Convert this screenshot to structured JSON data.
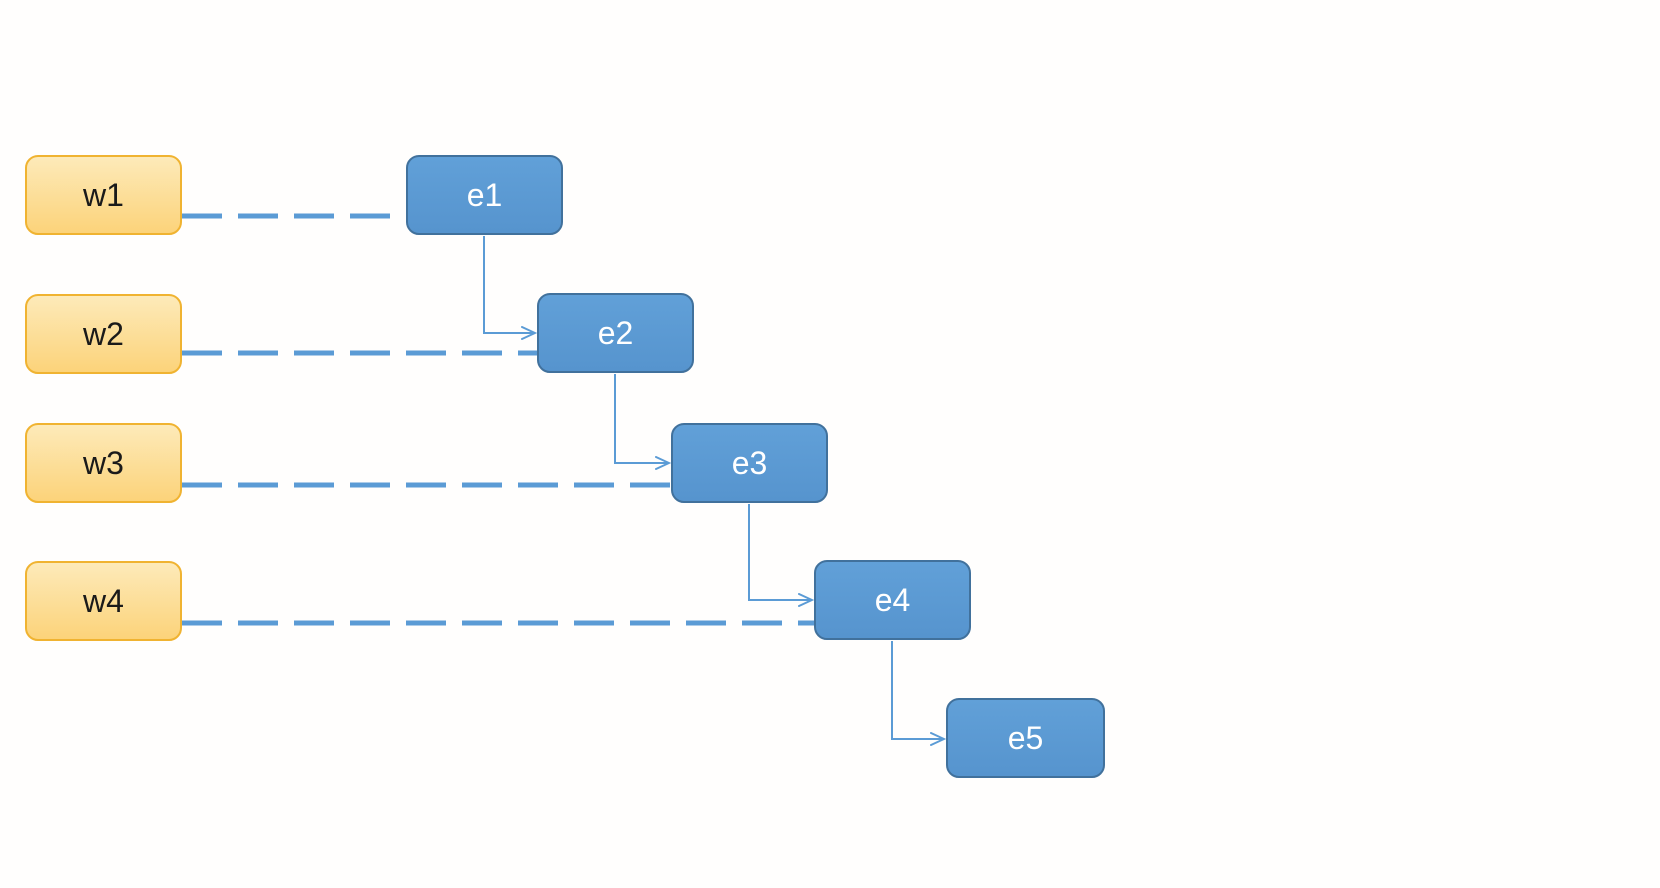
{
  "diagram": {
    "type": "flowchart",
    "worker_nodes": [
      {
        "id": "w1",
        "label": "w1"
      },
      {
        "id": "w2",
        "label": "w2"
      },
      {
        "id": "w3",
        "label": "w3"
      },
      {
        "id": "w4",
        "label": "w4"
      }
    ],
    "event_nodes": [
      {
        "id": "e1",
        "label": "e1"
      },
      {
        "id": "e2",
        "label": "e2"
      },
      {
        "id": "e3",
        "label": "e3"
      },
      {
        "id": "e4",
        "label": "e4"
      },
      {
        "id": "e5",
        "label": "e5"
      }
    ],
    "dashed_links": [
      {
        "from": "w1",
        "to": "e1",
        "style": "dashed"
      },
      {
        "from": "w2",
        "to": "e2",
        "style": "dashed"
      },
      {
        "from": "w3",
        "to": "e3",
        "style": "dashed"
      },
      {
        "from": "w4",
        "to": "e4",
        "style": "dashed"
      }
    ],
    "arrow_links": [
      {
        "from": "e1",
        "to": "e2",
        "style": "elbow-arrow"
      },
      {
        "from": "e2",
        "to": "e3",
        "style": "elbow-arrow"
      },
      {
        "from": "e3",
        "to": "e4",
        "style": "elbow-arrow"
      },
      {
        "from": "e4",
        "to": "e5",
        "style": "elbow-arrow"
      }
    ],
    "colors": {
      "worker_fill_top": "#fdeab9",
      "worker_fill_bottom": "#fcd37a",
      "worker_border": "#f0b331",
      "worker_text": "#1a1a1a",
      "event_fill_top": "#61a0d8",
      "event_fill_bottom": "#5694ce",
      "event_border": "#41719c",
      "event_text": "#ffffff",
      "connector": "#5b9bd5",
      "canvas_bg": "#fffefd"
    }
  }
}
